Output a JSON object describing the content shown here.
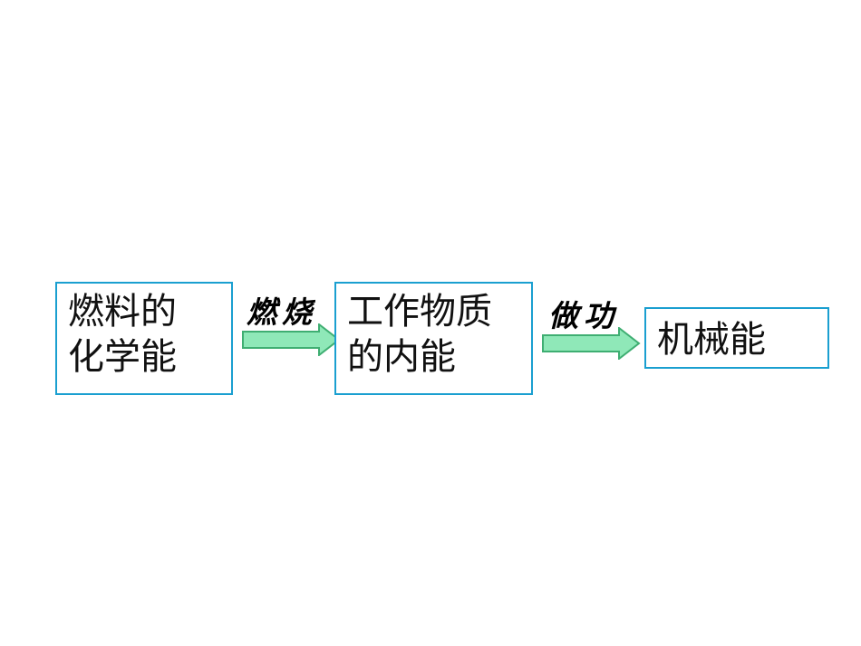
{
  "diagram": {
    "nodes": [
      {
        "id": "chemical-energy",
        "lines": [
          "燃料的",
          "化学能"
        ]
      },
      {
        "id": "internal-energy",
        "lines": [
          "工作物质",
          "的内能"
        ]
      },
      {
        "id": "mechanical-energy",
        "lines": [
          "机械能"
        ]
      }
    ],
    "edges": [
      {
        "from": "chemical-energy",
        "to": "internal-energy",
        "label": "燃烧"
      },
      {
        "from": "internal-energy",
        "to": "mechanical-energy",
        "label": "做功"
      }
    ]
  },
  "colors": {
    "box_border": "#1a9fd0",
    "arrow_fill": "#8fe8b8",
    "arrow_stroke": "#3fae72",
    "text": "#111111"
  }
}
